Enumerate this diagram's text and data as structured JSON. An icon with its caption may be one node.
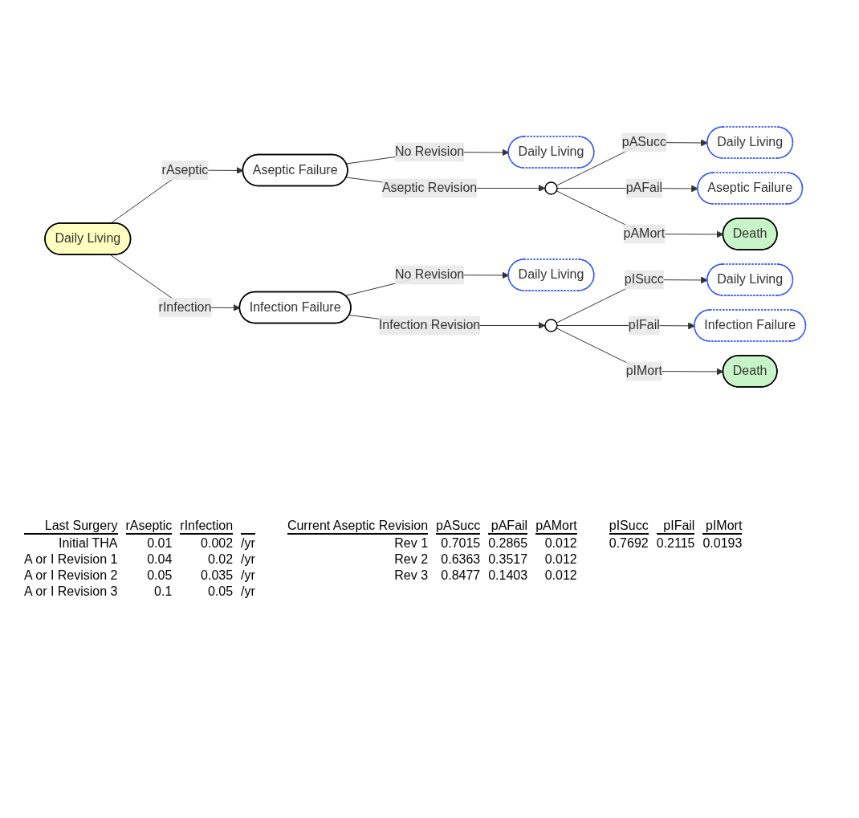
{
  "diagram": {
    "nodes": [
      {
        "text": [
          "Daily Living"
        ]
      },
      {
        "text": [
          "Aseptic Failure"
        ]
      },
      {
        "text": [
          "Daily Living"
        ]
      },
      {
        "text": [],
        "shape": "circle"
      },
      {
        "text": [
          "Daily Living"
        ]
      },
      {
        "text": [
          "Aseptic Failure"
        ]
      },
      {
        "text": [
          "Death"
        ]
      },
      {
        "text": [
          "Infection Failure"
        ]
      },
      {
        "text": [
          "Daily Living"
        ]
      },
      {
        "text": [],
        "shape": "circle"
      },
      {
        "text": [
          "Daily Living"
        ]
      },
      {
        "text": [
          "Infection Failure"
        ]
      },
      {
        "text": [
          "Death"
        ]
      }
    ],
    "edges": [
      {
        "from": 0,
        "to": 1,
        "arrow": "to",
        "label": "rAseptic"
      },
      {
        "from": 1,
        "to": 2,
        "arrow": "to",
        "label": "No Revision"
      },
      {
        "from": 1,
        "to": 3,
        "arrow": "to",
        "label": "Aseptic Revision"
      },
      {
        "from": 3,
        "to": 4,
        "arrow": "to",
        "label": "pASucc"
      },
      {
        "from": 3,
        "to": 5,
        "arrow": "to",
        "label": "pAFail"
      },
      {
        "from": 3,
        "to": 6,
        "arrow": "to",
        "label": "pAMort"
      },
      {
        "from": 0,
        "to": 7,
        "arrow": "to",
        "label": "rInfection"
      },
      {
        "from": 7,
        "to": 8,
        "arrow": "to",
        "label": "No Revision"
      },
      {
        "from": 7,
        "to": 9,
        "arrow": "to",
        "label": "Infection Revision"
      },
      {
        "from": 9,
        "to": 10,
        "arrow": "to",
        "label": "pISucc"
      },
      {
        "from": 9,
        "to": 11,
        "arrow": "to",
        "label": "pIFail"
      },
      {
        "from": 9,
        "to": 12,
        "arrow": "to",
        "label": "pIMort"
      }
    ],
    "labels": [
      "Last Surgery",
      "rAseptic",
      "rInfection",
      "Initial THA",
      "0.01",
      "0.002",
      "/yr",
      "A or I Revision 1",
      "0.04",
      "0.02",
      "/yr",
      "A or I Revision 2",
      "0.05",
      "0.035",
      "/yr",
      "A or I Revision 3",
      "0.1",
      "0.05",
      "/yr",
      "Current Aseptic Revision",
      "pASucc",
      "pAFail",
      "pAMort",
      "Rev 1",
      "0.7015",
      "0.2865",
      "0.012",
      "Rev 2",
      "0.6363",
      "0.3517",
      "0.012",
      "Rev 3",
      "0.8477",
      "0.1403",
      "0.012",
      "pISucc",
      "pIFail",
      "pIMort",
      "0.7692",
      "0.2115",
      "0.0193"
    ]
  }
}
